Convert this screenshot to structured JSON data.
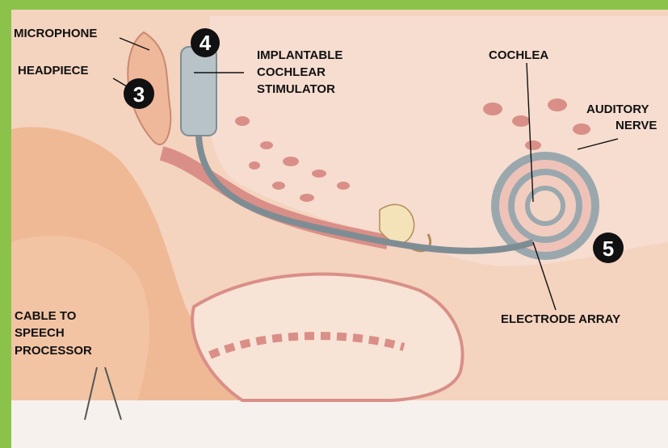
{
  "labels": {
    "microphone": "MICROPHONE",
    "headpiece": "HEADPIECE",
    "stimulator_1": "IMPLANTABLE",
    "stimulator_2": "COCHLEAR",
    "stimulator_3": "STIMULATOR",
    "cochlea": "COCHLEA",
    "nerve_1": "AUDITORY",
    "nerve_2": "NERVE",
    "electrode": "ELECTRODE ARRAY",
    "cable_1": "CABLE TO",
    "cable_2": "SPEECH",
    "cable_3": "PROCESSOR"
  },
  "markers": {
    "step3": "3",
    "step4": "4",
    "step5": "5"
  },
  "colors": {
    "frame": "#8bc34a",
    "skin": "#f2c7a8",
    "bone": "#f6ddd0",
    "cavity": "#d98f87",
    "implant": "#b8c3c8",
    "marker": "#111111"
  }
}
